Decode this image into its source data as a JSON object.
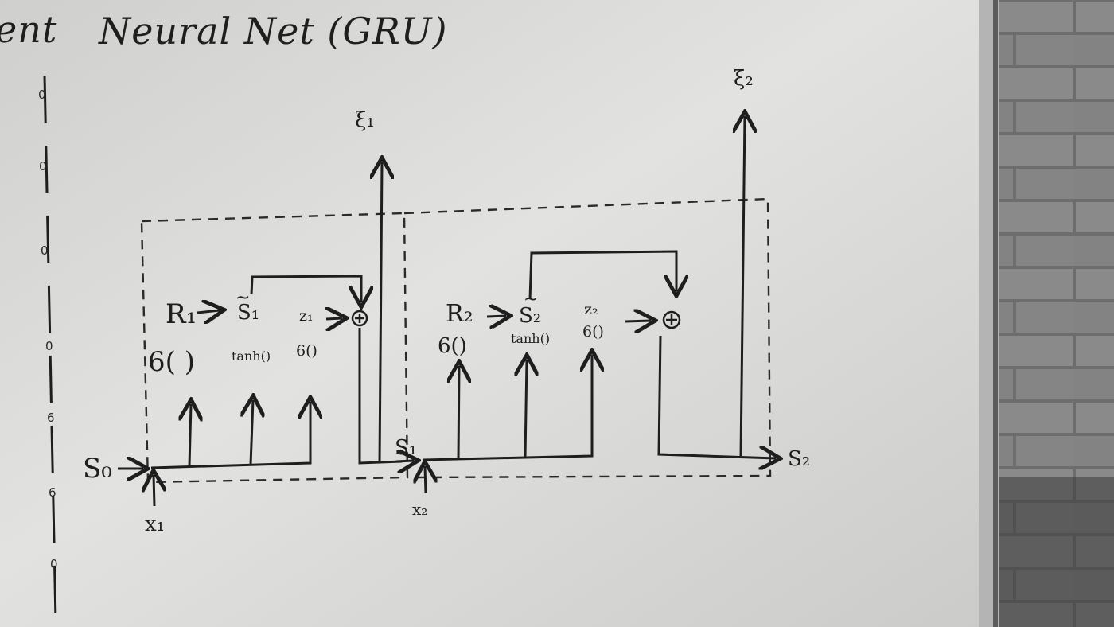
{
  "whiteboard": {
    "title_fragment": "ent",
    "title": "Neural Net (GRU)",
    "left_scale_ticks": [
      "0",
      "0",
      "0",
      "0",
      "6",
      "6",
      "0"
    ]
  },
  "diagram": {
    "cell1": {
      "input_state": "S₀",
      "input_x": "x₁",
      "output_state": "S₁",
      "output_y": "ξ₁",
      "gate_r": "R₁",
      "gate_r_fn": "6( )",
      "candidate": "S₁",
      "candidate_fn": "tanh()",
      "gate_z": "z₁",
      "gate_z_fn": "6()",
      "combine": "⊕"
    },
    "cell2": {
      "input_x": "x₂",
      "output_state": "S₂",
      "output_y": "ξ₂",
      "gate_r": "R₂",
      "gate_r_fn": "6()",
      "candidate": "S₂",
      "candidate_fn": "tanh()",
      "gate_z": "z₂",
      "gate_z_fn": "6()",
      "combine": "⊕"
    }
  },
  "colors": {
    "board": "#dcdcda",
    "ink": "#1e1e1e",
    "wall": "#6e6e6e",
    "frame": "#b9b9b9"
  }
}
